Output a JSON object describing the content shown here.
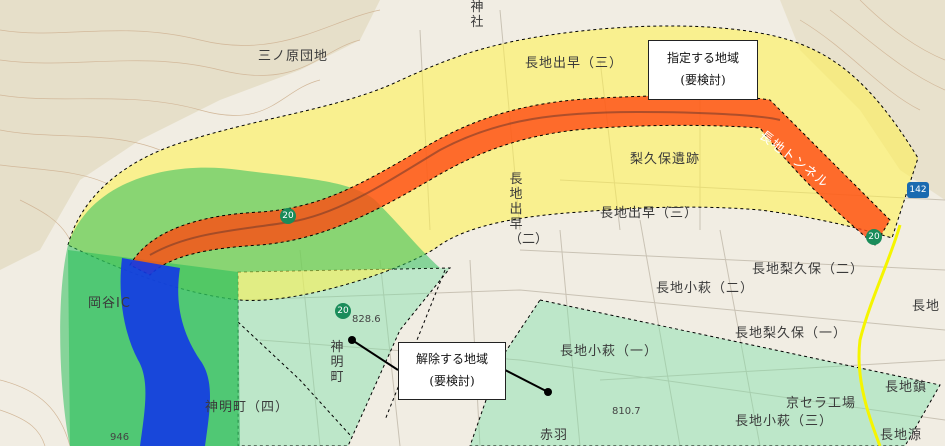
{
  "callouts": {
    "designated": {
      "title": "指定する地域",
      "sub": "(要検討)"
    },
    "released": {
      "title": "解除する地域",
      "sub": "(要検討)"
    }
  },
  "place_names": {
    "nagachi_idehaya_3_top": "長地出早（三）",
    "nagachi_idehaya_3_mid": "長地出早（三）",
    "nagachi_idehaya_2_vertical": "長地出早（二）",
    "sannohara": "三ノ原団地",
    "karikubo_iseki": "梨久保遺跡",
    "nagachi_tunnel": "長地トンネル",
    "nagachi_karikubo_2": "長地梨久保（二）",
    "nagachi_kohagi_2": "長地小萩（二）",
    "nagachi_karikubo_1": "長地梨久保（一）",
    "nagachi_kohagi_1": "長地小萩（一）",
    "nagachi_kohagi_3": "長地小萩（三）",
    "nagachi_1": "長地",
    "nagachi_chin": "長地鎮",
    "nagachi_minamoto": "長地源",
    "okaya_ic": "岡谷IC",
    "shinmei_cho_vertical": "神明町",
    "shinmei_cho_4": "神明町（四）",
    "kyocera": "京セラ工場",
    "shrine_vertical": "神社",
    "akaha": "赤羽"
  },
  "route_numbers": {
    "r20a": "20",
    "r20b": "20",
    "r20c": "20",
    "r142": "142"
  },
  "elevations": {
    "e1": "828.6",
    "e2": "810.7",
    "e3": "946"
  },
  "colors": {
    "designated_yellow": "#fff24a",
    "tunnel_orange": "#ff4a12",
    "released_green": "#7fe0a8",
    "ic_green": "#2dbf5c",
    "ic_blue": "#1238e6",
    "route_badge": "#1a8c5a"
  }
}
